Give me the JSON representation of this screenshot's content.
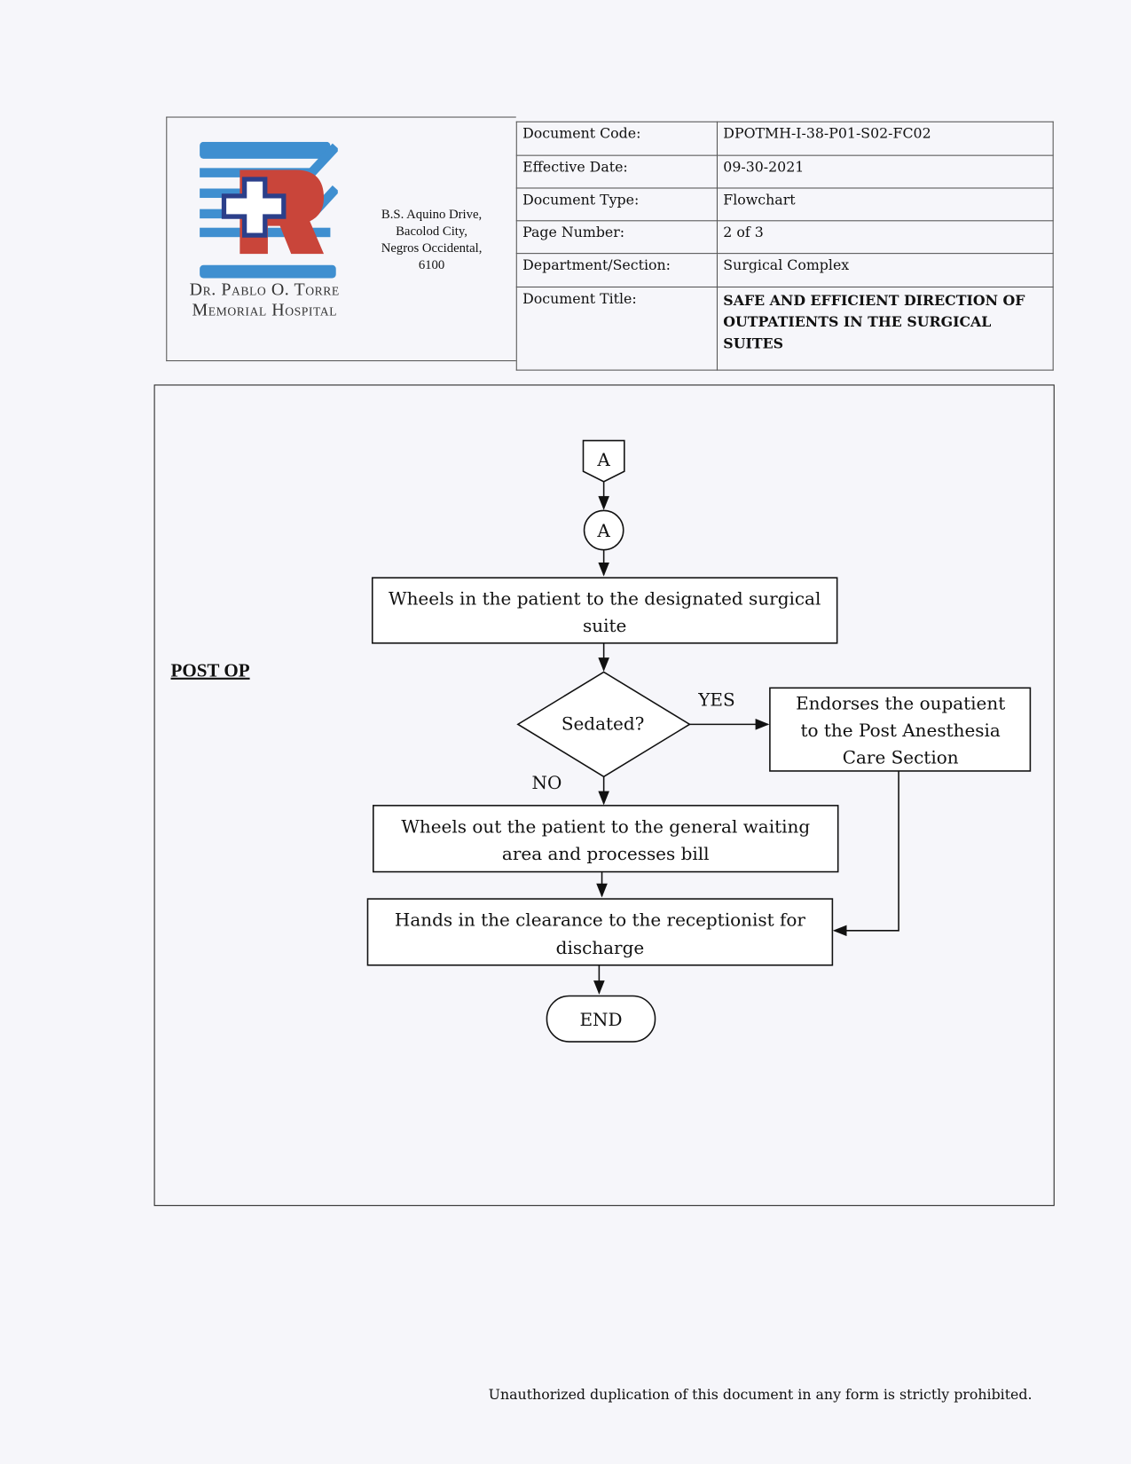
{
  "header": {
    "hospital_name": [
      "Dr. Pablo O. Torre",
      "Memorial Hospital"
    ],
    "address": [
      "B.S. Aquino Drive,",
      "Bacolod City,",
      "Negros Occidental,",
      "6100"
    ],
    "meta": [
      {
        "label": "Document Code:",
        "value": "DPOTMH-I-38-P01-S02-FC02"
      },
      {
        "label": "Effective Date:",
        "value": "09-30-2021"
      },
      {
        "label": "Document Type:",
        "value": "Flowchart"
      },
      {
        "label": "Page Number:",
        "value": "2 of 3"
      },
      {
        "label": "Department/Section:",
        "value": "Surgical Complex"
      },
      {
        "label": "Document Title:",
        "value": "SAFE AND EFFICIENT DIRECTION OF OUTPATIENTS IN THE SURGICAL SUITES"
      }
    ],
    "logo_colors": {
      "blue": "#3f8fd0",
      "red": "#c9453a",
      "navy": "#2b3f8a"
    }
  },
  "section_label": "POST OP",
  "flowchart": {
    "offpage_connector": "A",
    "onpage_connector": "A",
    "step1": [
      "Wheels in the patient to the designated surgical",
      "suite"
    ],
    "decision": "Sedated?",
    "yes_label": "YES",
    "no_label": "NO",
    "yes_step": [
      "Endorses the oupatient",
      "to the Post Anesthesia",
      "Care Section"
    ],
    "no_step": [
      "Wheels out the patient to the general waiting",
      "area and processes bill"
    ],
    "step_final": [
      "Hands in the clearance to the receptionist for",
      "discharge"
    ],
    "end": "END"
  },
  "footer": "Unauthorized duplication of this document in any form is strictly prohibited."
}
